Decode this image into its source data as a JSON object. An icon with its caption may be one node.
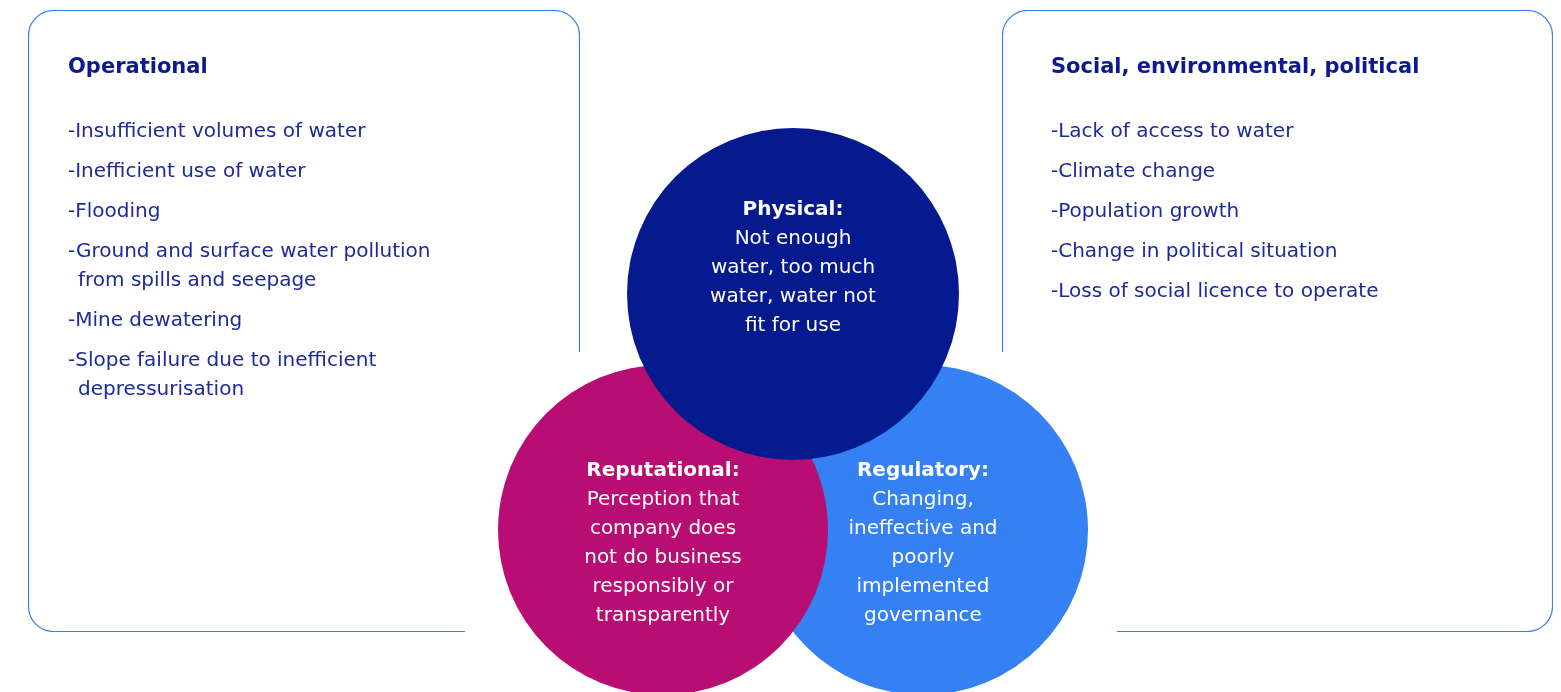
{
  "diagram": {
    "nodes": [
      {
        "text": [
          "Operational",
          "-Insufficient volumes of water",
          "-Inefficient use of water",
          "-Flooding",
          "-Ground and surface water pollution from spills and seepage",
          "-Mine dewatering",
          "-Slope failure due to inefficient depressurisation"
        ]
      },
      {
        "text": [
          "Physical:",
          "Not enough water, too much water, water not fit for use"
        ]
      },
      {
        "text": [
          "Social, environmental, political",
          "-Lack of access to water",
          "-Climate change",
          "-Population growth",
          "-Change in political situation",
          "-Loss of social licence to operate"
        ]
      },
      {
        "text": [
          "Reputational:",
          "Perception that company does not do business responsibly or transparently"
        ]
      },
      {
        "text": [
          "Regulatory:",
          "Changing, ineffective and poorly implemented governance"
        ]
      }
    ],
    "edges": []
  }
}
